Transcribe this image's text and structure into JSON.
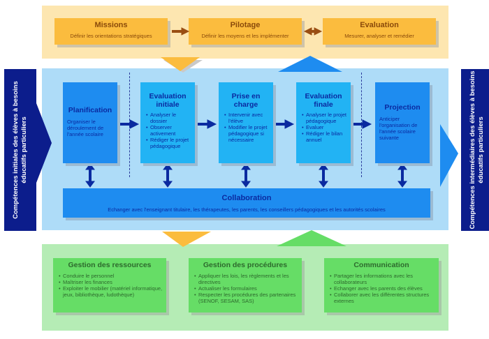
{
  "top": {
    "boxes": [
      {
        "title": "Missions",
        "subtitle": "Définir les orientations stratégiques"
      },
      {
        "title": "Pilotage",
        "subtitle": "Définir les moyens et les implémenter"
      },
      {
        "title": "Evaluation",
        "subtitle": "Mesurer, analyser et remédier"
      }
    ]
  },
  "side": {
    "left": "Compétences initiales des élèves à besoins éducatifs particuliers",
    "right": "Compétences intermédiaires des élèves à besoins éducatifs particuliers"
  },
  "process": {
    "steps": [
      {
        "title": "Planification",
        "description": "Organiser le déroulement de l'année scolaire"
      },
      {
        "title": "Evaluation initiale",
        "bullets": [
          "Analyser le dossier",
          "Observer activement",
          "Rédiger le projet pédagogique"
        ]
      },
      {
        "title": "Prise en charge",
        "bullets": [
          "Intervenir avec l'élève",
          "Modifier le projet pédagogique si nécessaire"
        ]
      },
      {
        "title": "Evaluation finale",
        "bullets": [
          "Analyser le projet pédagogique",
          "Evaluer",
          "Rédiger le bilan annuel"
        ]
      },
      {
        "title": "Projection",
        "description": "Anticiper l'organisation de l'année scolaire suivante"
      }
    ],
    "collaboration": {
      "title": "Collaboration",
      "subtitle": "Echanger avec l'enseignant titulaire, les thérapeutes, les parents, les conseillers pédagogiques et les autorités scolaires"
    }
  },
  "bottom": {
    "boxes": [
      {
        "title": "Gestion des ressources",
        "bullets": [
          "Conduire le personnel",
          "Maîtriser les finances",
          "Exploiter le mobilier (matériel informatique, jeux, bibliothèque, ludothèque)"
        ]
      },
      {
        "title": "Gestion des procédures",
        "bullets": [
          "Appliquer les lois, les règlements et les directives",
          "Actualiser les formulaires",
          "Respecter les procédures des partenaires (SENOF, SESAM, SAS)"
        ]
      },
      {
        "title": "Communication",
        "bullets": [
          "Partager les informations avec les collaborateurs",
          "Echanger avec les parents des élèves",
          "Collaborer avec les différentes structures externes"
        ]
      }
    ]
  },
  "colors": {
    "orange": "#fbbc3e",
    "blue_dark": "#1e8cf0",
    "blue_light": "#22b3f4",
    "navy": "#0c1d8c",
    "green": "#66dd66"
  }
}
